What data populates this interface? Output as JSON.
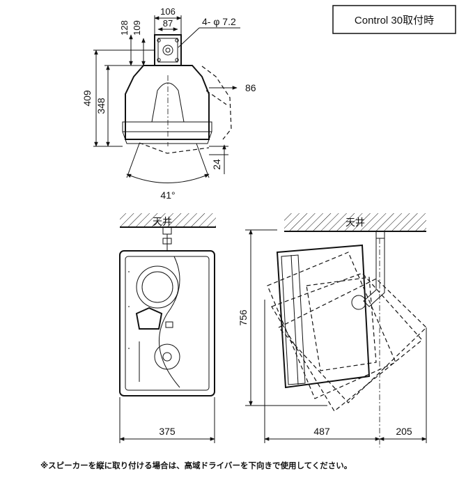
{
  "title_box": {
    "label": "Control 30取付時"
  },
  "dimensions": {
    "top_width_outer": "106",
    "top_width_inner": "87",
    "hole_spec": "4- φ 7.2",
    "bracket_h1": "128",
    "bracket_h2": "109",
    "overall_height": "409",
    "body_height": "348",
    "tilt_offset": "86",
    "bottom_offset": "24",
    "angle": "41°",
    "front_width": "375",
    "side_height": "756",
    "side_depth": "487",
    "side_offset": "205"
  },
  "labels": {
    "ceiling_front": "天井",
    "ceiling_side": "天井"
  },
  "footnote": "※スピーカーを縦に取り付ける場合は、高域ドライバーを下向きで使用してください。"
}
